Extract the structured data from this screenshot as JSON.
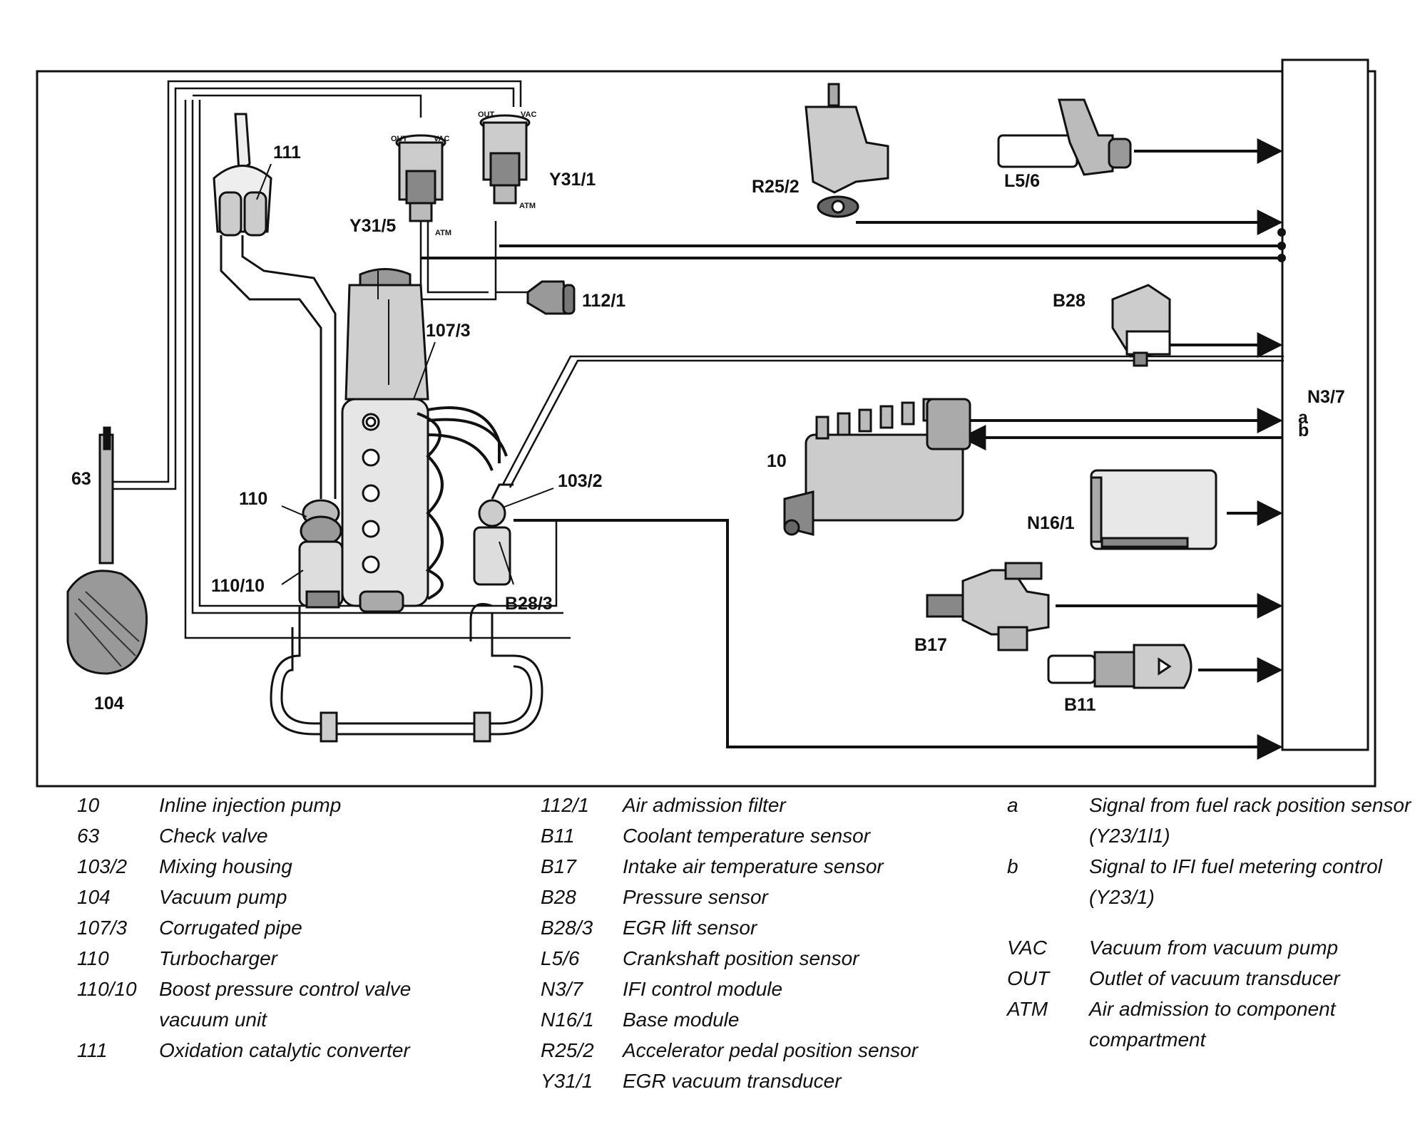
{
  "diagram": {
    "labels": {
      "c111": "111",
      "y31_5": "Y31/5",
      "y31_1": "Y31/1",
      "r25_2": "R25/2",
      "l5_6": "L5/6",
      "c112_1": "112/1",
      "c107_3": "107/3",
      "b28": "B28",
      "n3_7": "N3/7",
      "c63": "63",
      "c110": "110",
      "c110_10": "110/10",
      "c103_2": "103/2",
      "b28_3": "B28/3",
      "c10": "10",
      "n16_1": "N16/1",
      "b17": "B17",
      "b11": "B11",
      "c104": "104",
      "a": "a",
      "b": "b",
      "out1": "OUT",
      "vac1": "VAC",
      "atm1": "ATM",
      "out2": "OUT",
      "vac2": "VAC",
      "atm2": "ATM"
    }
  },
  "legend": {
    "col1": [
      {
        "code": "10",
        "desc": "Inline injection pump"
      },
      {
        "code": "63",
        "desc": "Check valve"
      },
      {
        "code": "103/2",
        "desc": "Mixing housing"
      },
      {
        "code": "104",
        "desc": "Vacuum pump"
      },
      {
        "code": "107/3",
        "desc": "Corrugated pipe"
      },
      {
        "code": "110",
        "desc": "Turbocharger"
      },
      {
        "code": "110/10",
        "desc": "Boost pressure control valve vacuum unit"
      },
      {
        "code": "111",
        "desc": "Oxidation catalytic converter"
      }
    ],
    "col2": [
      {
        "code": "112/1",
        "desc": "Air admission filter"
      },
      {
        "code": "B11",
        "desc": "Coolant temperature sensor"
      },
      {
        "code": "B17",
        "desc": "Intake air temperature sensor"
      },
      {
        "code": "B28",
        "desc": "Pressure sensor"
      },
      {
        "code": "B28/3",
        "desc": "EGR lift sensor"
      },
      {
        "code": "L5/6",
        "desc": "Crankshaft position sensor"
      },
      {
        "code": "N3/7",
        "desc": "IFI control module"
      },
      {
        "code": "N16/1",
        "desc": "Base module"
      },
      {
        "code": "R25/2",
        "desc": "Accelerator pedal position sensor"
      },
      {
        "code": "Y31/1",
        "desc": "EGR vacuum transducer"
      }
    ],
    "col3a": [
      {
        "code": "a",
        "desc": "Signal from fuel rack position sensor (Y23/1l1)"
      },
      {
        "code": "b",
        "desc": "Signal to IFI fuel metering control (Y23/1)"
      }
    ],
    "col3b": [
      {
        "code": "VAC",
        "desc": "Vacuum from vacuum pump"
      },
      {
        "code": "OUT",
        "desc": "Outlet of vacuum transducer"
      },
      {
        "code": "ATM",
        "desc": "Air admission to component compartment"
      }
    ]
  }
}
